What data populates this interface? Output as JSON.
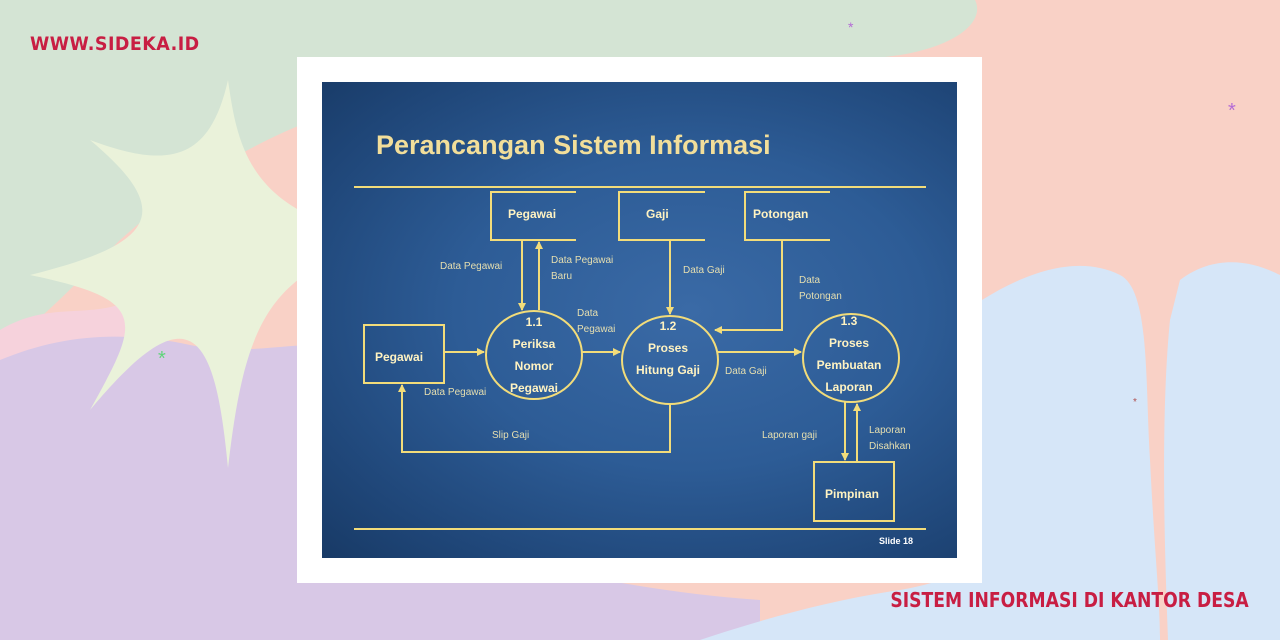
{
  "site": {
    "url": "WWW.SIDEKA.ID"
  },
  "page": {
    "title": "SISTEM INFORMASI DI KANTOR DESA"
  },
  "slide": {
    "title": "Perancangan Sistem Informasi",
    "number": "Slide 18",
    "stores": {
      "pegawai": "Pegawai",
      "gaji": "Gaji",
      "potongan": "Potongan"
    },
    "entities": {
      "pegawai": "Pegawai",
      "pimpinan": "Pimpinan"
    },
    "processes": {
      "p1": {
        "id": "1.1",
        "line1": "Periksa",
        "line2": "Nomor",
        "line3": "Pegawai"
      },
      "p2": {
        "id": "1.2",
        "line1": "Proses",
        "line2": "Hitung Gaji"
      },
      "p3": {
        "id": "1.3",
        "line1": "Proses",
        "line2": "Pembuatan",
        "line3": "Laporan"
      }
    },
    "flows": {
      "data_pegawai_store": "Data Pegawai",
      "data_pegawai_baru_1": "Data Pegawai",
      "data_pegawai_baru_2": "Baru",
      "data_gaji_store": "Data Gaji",
      "data_potongan_1": "Data",
      "data_potongan_2": "Potongan",
      "data_pegawai_p1p2_1": "Data",
      "data_pegawai_p1p2_2": "Pegawai",
      "data_pegawai_entity": "Data Pegawai",
      "data_gaji_p2p3": "Data Gaji",
      "slip_gaji": "Slip Gaji",
      "laporan_gaji": "Laporan gaji",
      "laporan_disahkan_1": "Laporan",
      "laporan_disahkan_2": "Disahkan"
    }
  },
  "colors": {
    "brand_red": "#c81e43",
    "diagram_line": "#f2dc7a",
    "slide_blue": "#2d5c96",
    "bg_green": "#d3e4d3",
    "bg_peach": "#fbd2c0",
    "bg_lavender": "#d8c8e6",
    "bg_blue": "#d6e6f8",
    "star_cream": "#eaf2da"
  }
}
